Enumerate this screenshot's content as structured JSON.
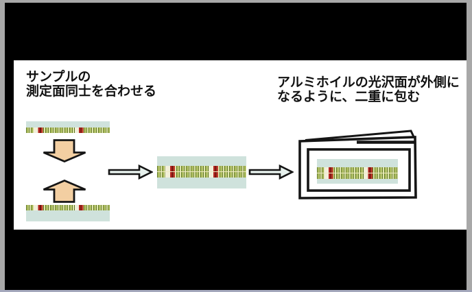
{
  "figure": {
    "type": "sample-wrapping-procedure-diagram",
    "captions": {
      "left": [
        "サンプルの",
        "測定面同士を合わせる"
      ],
      "right": [
        "アルミホイルの光沢面が外側に",
        "なるように、二重に包む"
      ]
    }
  },
  "icons": [
    "press-down-arrow-icon",
    "press-up-arrow-icon",
    "flow-right-arrow-icon",
    "flow-right-arrow-icon",
    "foil-double-wrap-icon"
  ],
  "colors": {
    "frame": "#a8a8a8",
    "frame_bottom": "#a4a8bc",
    "slide_bg": "#000000",
    "panel_bg": "#ffffff",
    "sample_substrate": "#cfe2dc",
    "texture_base": "#dce3a0",
    "texture_stripe_dark": "#55701c",
    "texture_stripe_mid": "#8ea23d",
    "texture_red": "#b3241f",
    "texture_gap": "#f2efd9",
    "press_arrow_fill": "#f3cfa2",
    "flow_arrow_fill": "#e8f2ee",
    "line_color": "#151515"
  }
}
